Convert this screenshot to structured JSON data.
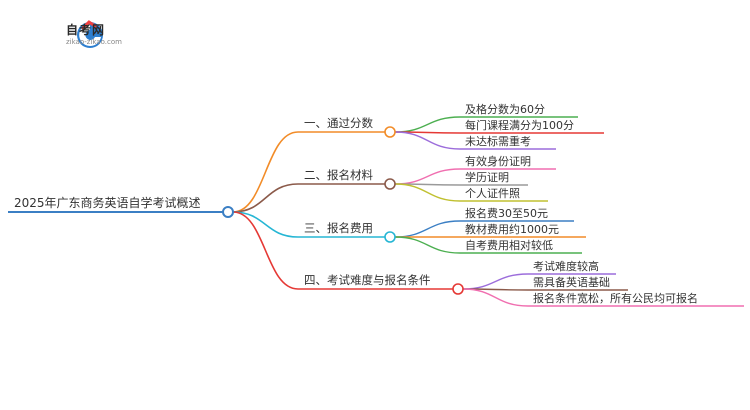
{
  "logo": {
    "name": "自考网",
    "url": "zikao-zikao.com"
  },
  "root": {
    "label": "2025年广东商务英语自学考试概述",
    "color": "#3b7fc4"
  },
  "branches": [
    {
      "label": "一、通过分数",
      "color": "#f28c28",
      "children": [
        {
          "label": "及格分数为60分",
          "color": "#4caf50"
        },
        {
          "label": "每门课程满分为100分",
          "color": "#e53935"
        },
        {
          "label": "未达标需重考",
          "color": "#9c6ddb"
        }
      ]
    },
    {
      "label": "二、报名材料",
      "color": "#8b5a4a",
      "children": [
        {
          "label": "有效身份证明",
          "color": "#f06fb0"
        },
        {
          "label": "学历证明",
          "color": "#9a9a9a"
        },
        {
          "label": "个人证件照",
          "color": "#c0c030"
        }
      ]
    },
    {
      "label": "三、报名费用",
      "color": "#26b6d4",
      "children": [
        {
          "label": "报名费30至50元",
          "color": "#3b7fc4"
        },
        {
          "label": "教材费用约1000元",
          "color": "#f28c28"
        },
        {
          "label": "自考费用相对较低",
          "color": "#4caf50"
        }
      ]
    },
    {
      "label": "四、考试难度与报名条件",
      "color": "#e53935",
      "children": [
        {
          "label": "考试难度较高",
          "color": "#9c6ddb"
        },
        {
          "label": "需具备英语基础",
          "color": "#8b5a4a"
        },
        {
          "label": "报名条件宽松，所有公民均可报名",
          "color": "#f06fb0"
        }
      ]
    }
  ]
}
